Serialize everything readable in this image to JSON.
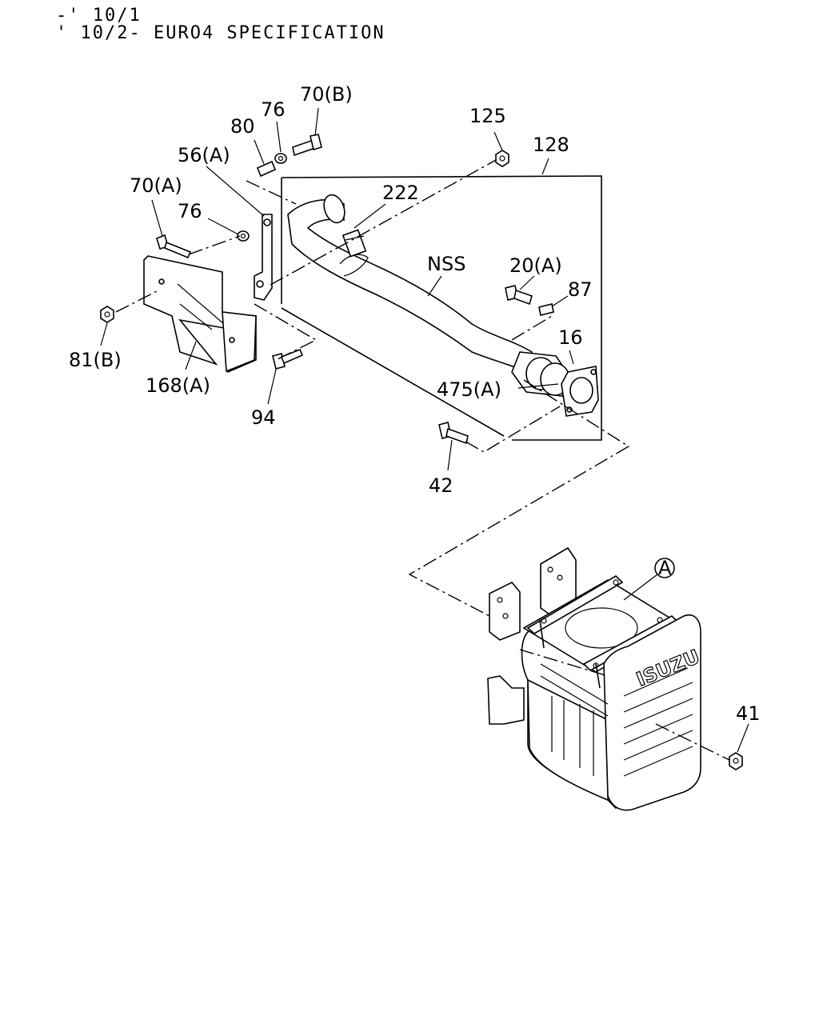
{
  "header": {
    "line1": "-' 10/1",
    "line2": "' 10/2- EURO4 SPECIFICATION"
  },
  "callouts": {
    "p70b": "70(B)",
    "p76a": "76",
    "p80": "80",
    "p56a": "56(A)",
    "p70a": "70(A)",
    "p76b": "76",
    "p81b": "81(B)",
    "p168a": "168(A)",
    "p94": "94",
    "p125": "125",
    "p128": "128",
    "p222": "222",
    "nss": "NSS",
    "p20a": "20(A)",
    "p87": "87",
    "p16": "16",
    "p475a": "475(A)",
    "p42": "42",
    "refA": "A",
    "p41": "41"
  },
  "muffler_logo": "ISUZU"
}
